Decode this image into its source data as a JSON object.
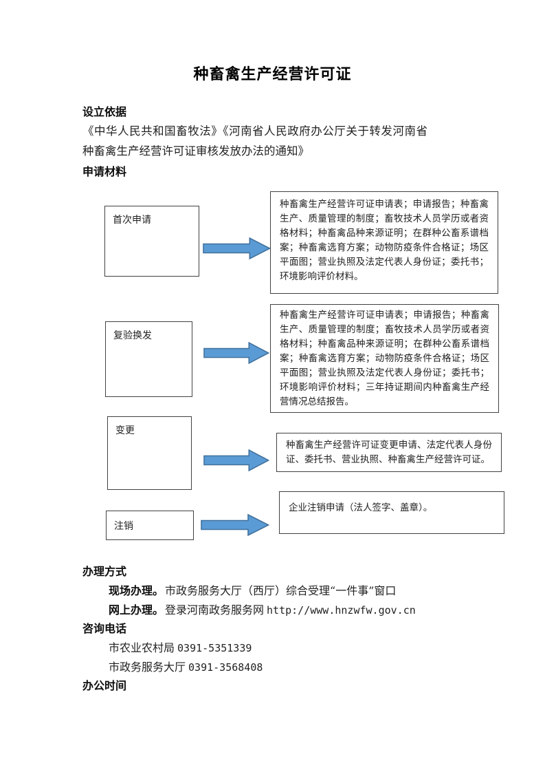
{
  "title": "种畜禽生产经营许可证",
  "basis": {
    "heading": "设立依据",
    "body": "《中华人民共和国畜牧法》《河南省人民政府办公厅关于转发河南省种畜禽生产经营许可证审核发放办法的通知》"
  },
  "materials": {
    "heading": "申请材料",
    "flows": [
      {
        "label": "首次申请",
        "materials": "种畜禽生产经营许可证申请表；申请报告；种畜禽生产、质量管理的制度；畜牧技术人员学历或者资格材料；种畜禽品种来源证明；在群种公畜系谱档案；种畜禽选育方案；动物防疫条件合格证；场区平面图；营业执照及法定代表人身份证；委托书；环境影响评价材料。"
      },
      {
        "label": "复验换发",
        "materials": "种畜禽生产经营许可证申请表；申请报告；种畜禽生产、质量管理的制度；畜牧技术人员学历或者资格材料；种畜禽品种来源证明；在群种公畜系谱档案；种畜禽选育方案；动物防疫条件合格证；场区平面图；营业执照及法定代表人身份证；委托书；环境影响评价材料；三年持证期间内种畜禽生产经营情况总结报告。"
      },
      {
        "label": "变更",
        "materials": "种畜禽生产经营许可证变更申请、法定代表人身份证、委托书、营业执照、种畜禽生产经营许可证。"
      },
      {
        "label": "注销",
        "materials": "企业注销申请（法人签字、盖章）。"
      }
    ]
  },
  "process": {
    "heading": "办理方式",
    "items": [
      {
        "label": "现场办理。",
        "text": "市政务服务大厅（西厅）综合受理“一件事”窗口",
        "url": ""
      },
      {
        "label": "网上办理。",
        "text": "登录河南政务服务网",
        "url": "http://www.hnzwfw.gov.cn"
      }
    ]
  },
  "contact": {
    "heading": "咨询电话",
    "items": [
      {
        "name": "市农业农村局",
        "number": "0391-5351339"
      },
      {
        "name": "市政务服务大厅",
        "number": "0391-3568408"
      }
    ]
  },
  "hours": {
    "heading": "办公时间"
  },
  "colors": {
    "arrow_fill": "#5b9bd5",
    "arrow_border": "#41719c",
    "box_border": "#404040"
  }
}
